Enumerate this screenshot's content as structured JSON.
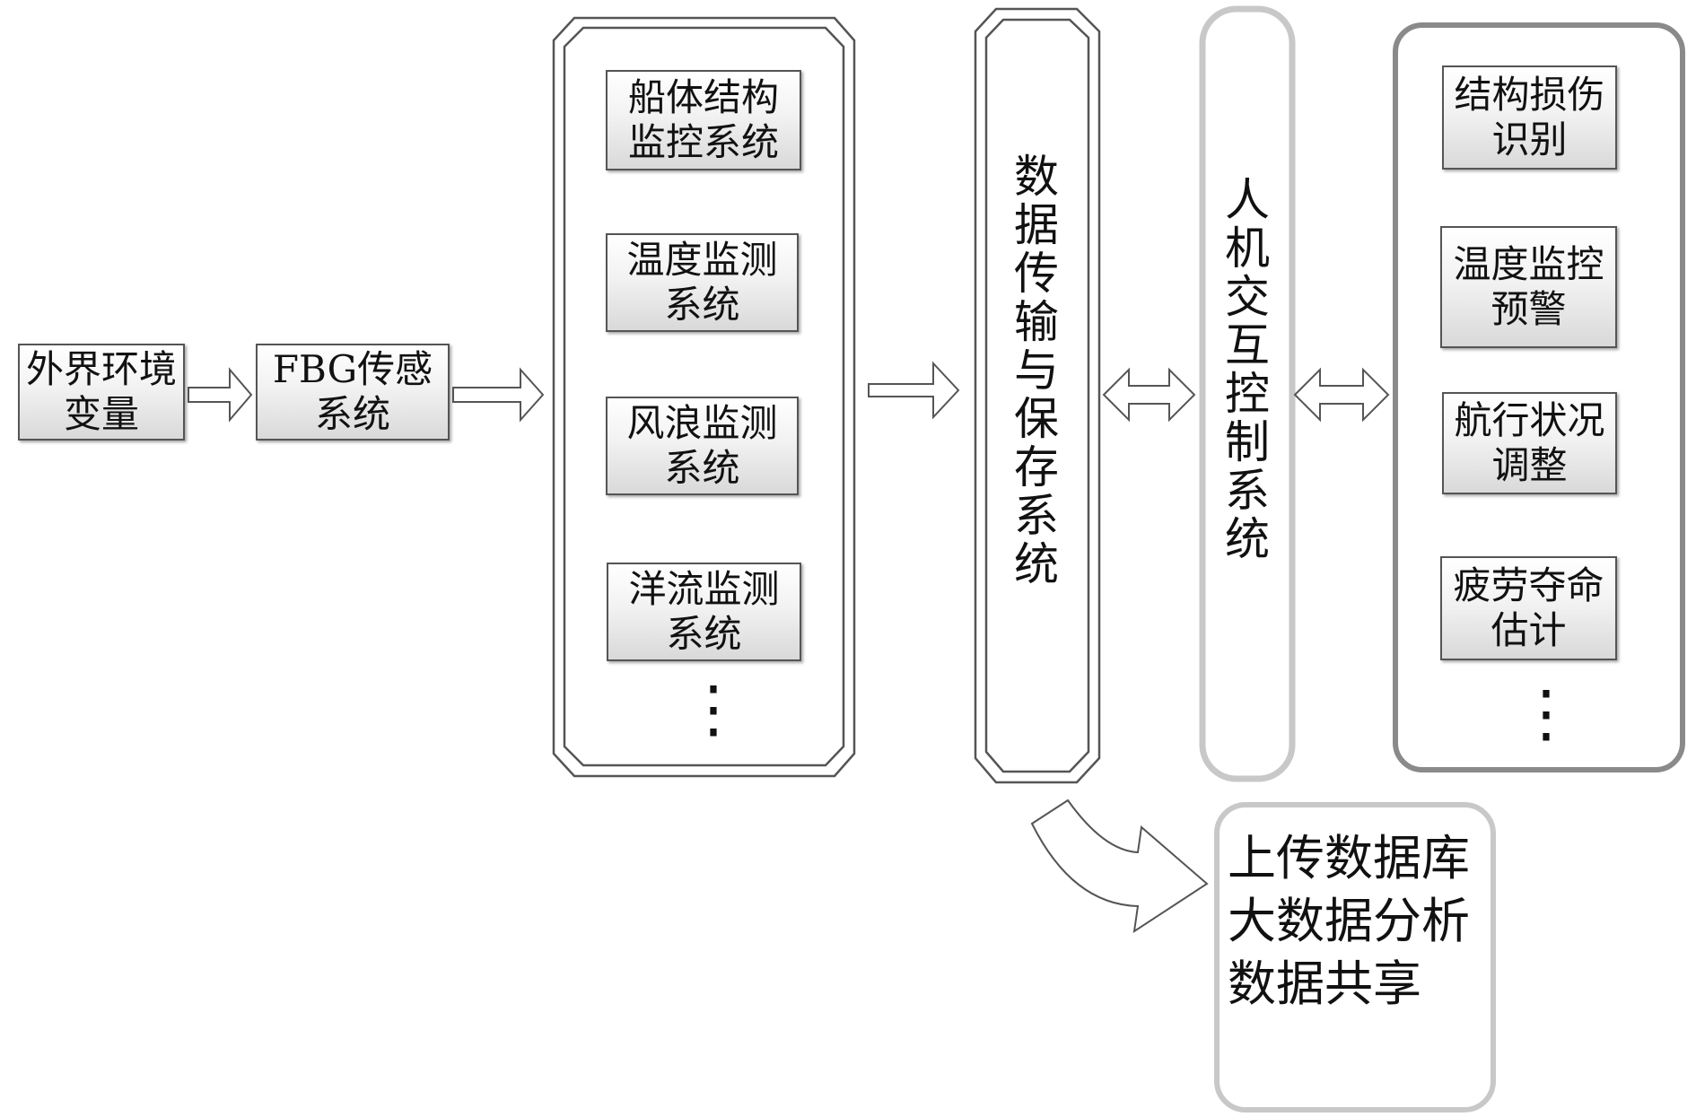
{
  "input_box": {
    "label": "外界环境变量"
  },
  "sensor_box": {
    "label": "FBG传感系统"
  },
  "monitor_group": {
    "items": [
      "船体结构监控系统",
      "温度监测系统",
      "风浪监测系统",
      "洋流监测系统"
    ],
    "more": "⋮"
  },
  "transmission_system": {
    "label": "数据传输与保存系统"
  },
  "hmi_system": {
    "label": "人机交互控制系统"
  },
  "function_group": {
    "items": [
      "结构损伤识别",
      "温度监控预警",
      "航行状况调整",
      "疲劳夺命估计"
    ],
    "more": "⋮"
  },
  "cloud_box": {
    "lines": [
      "上传数据库",
      "大数据分析",
      "数据共享"
    ]
  },
  "colors": {
    "outline_dark": "#555555",
    "outline_gray": "#8a8a8a",
    "outline_light": "#c8c8c8",
    "box_fill_top": "#ffffff",
    "box_fill_bottom": "#d9d9d9"
  }
}
